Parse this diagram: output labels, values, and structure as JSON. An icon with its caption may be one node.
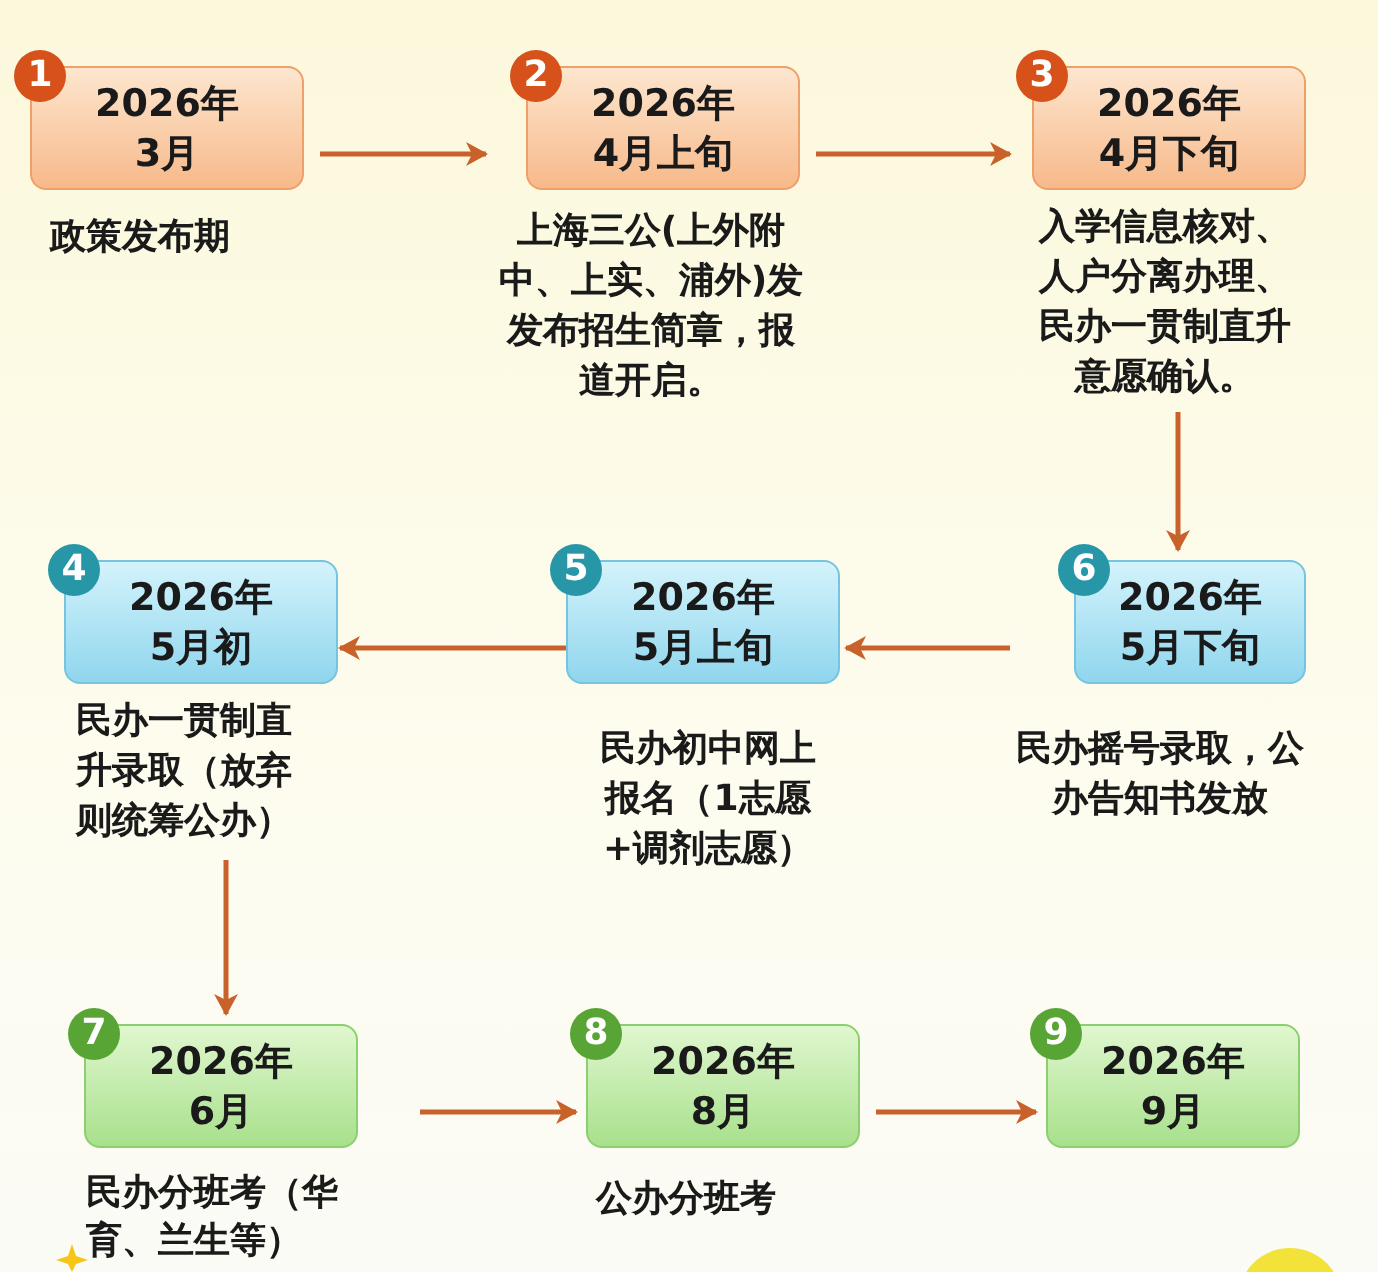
{
  "diagram": {
    "nodes": [
      {
        "text": [
          "2026年3月"
        ],
        "beside": [
          "政策发布期"
        ]
      },
      {
        "text": [
          "2026年4月上旬"
        ],
        "beside": [
          "上海三公(上外附中、上实、浦外)发发布招生简章，报道开启。"
        ]
      },
      {
        "text": [
          "2026年4月下旬"
        ],
        "beside": [
          "入学信息核对、人户分离办理、民办一贯制直升意愿确认。"
        ]
      },
      {
        "text": [
          "2026年5月初"
        ],
        "beside": [
          "民办一贯制直升录取（放弃则统筹公办）"
        ]
      },
      {
        "text": [
          "2026年5月上旬"
        ],
        "beside": [
          "民办初中网上报名（1志愿+调剂志愿）"
        ]
      },
      {
        "text": [
          "2026年5月下旬"
        ],
        "beside": [
          "民办摇号录取，公办告知书发放"
        ]
      },
      {
        "text": [
          "2026年6月"
        ],
        "beside": [
          "民办分班考（华育、兰生等）"
        ]
      },
      {
        "text": [
          "2026年8月"
        ],
        "beside": [
          "公办分班考"
        ]
      },
      {
        "text": [
          "2026年9月"
        ]
      }
    ],
    "edges": [
      {
        "from": 0,
        "to": 1,
        "arrow": "to"
      },
      {
        "from": 1,
        "to": 2,
        "arrow": "to"
      },
      {
        "from": 2,
        "to": 5,
        "arrow": "to"
      },
      {
        "from": 5,
        "to": 4,
        "arrow": "to"
      },
      {
        "from": 4,
        "to": 3,
        "arrow": "to"
      },
      {
        "from": 3,
        "to": 6,
        "arrow": "to"
      },
      {
        "from": 6,
        "to": 7,
        "arrow": "to"
      },
      {
        "from": 7,
        "to": 8,
        "arrow": "to"
      }
    ],
    "labels": [
      "1",
      "2",
      "3",
      "4",
      "5",
      "6",
      "7",
      "8",
      "9"
    ]
  }
}
